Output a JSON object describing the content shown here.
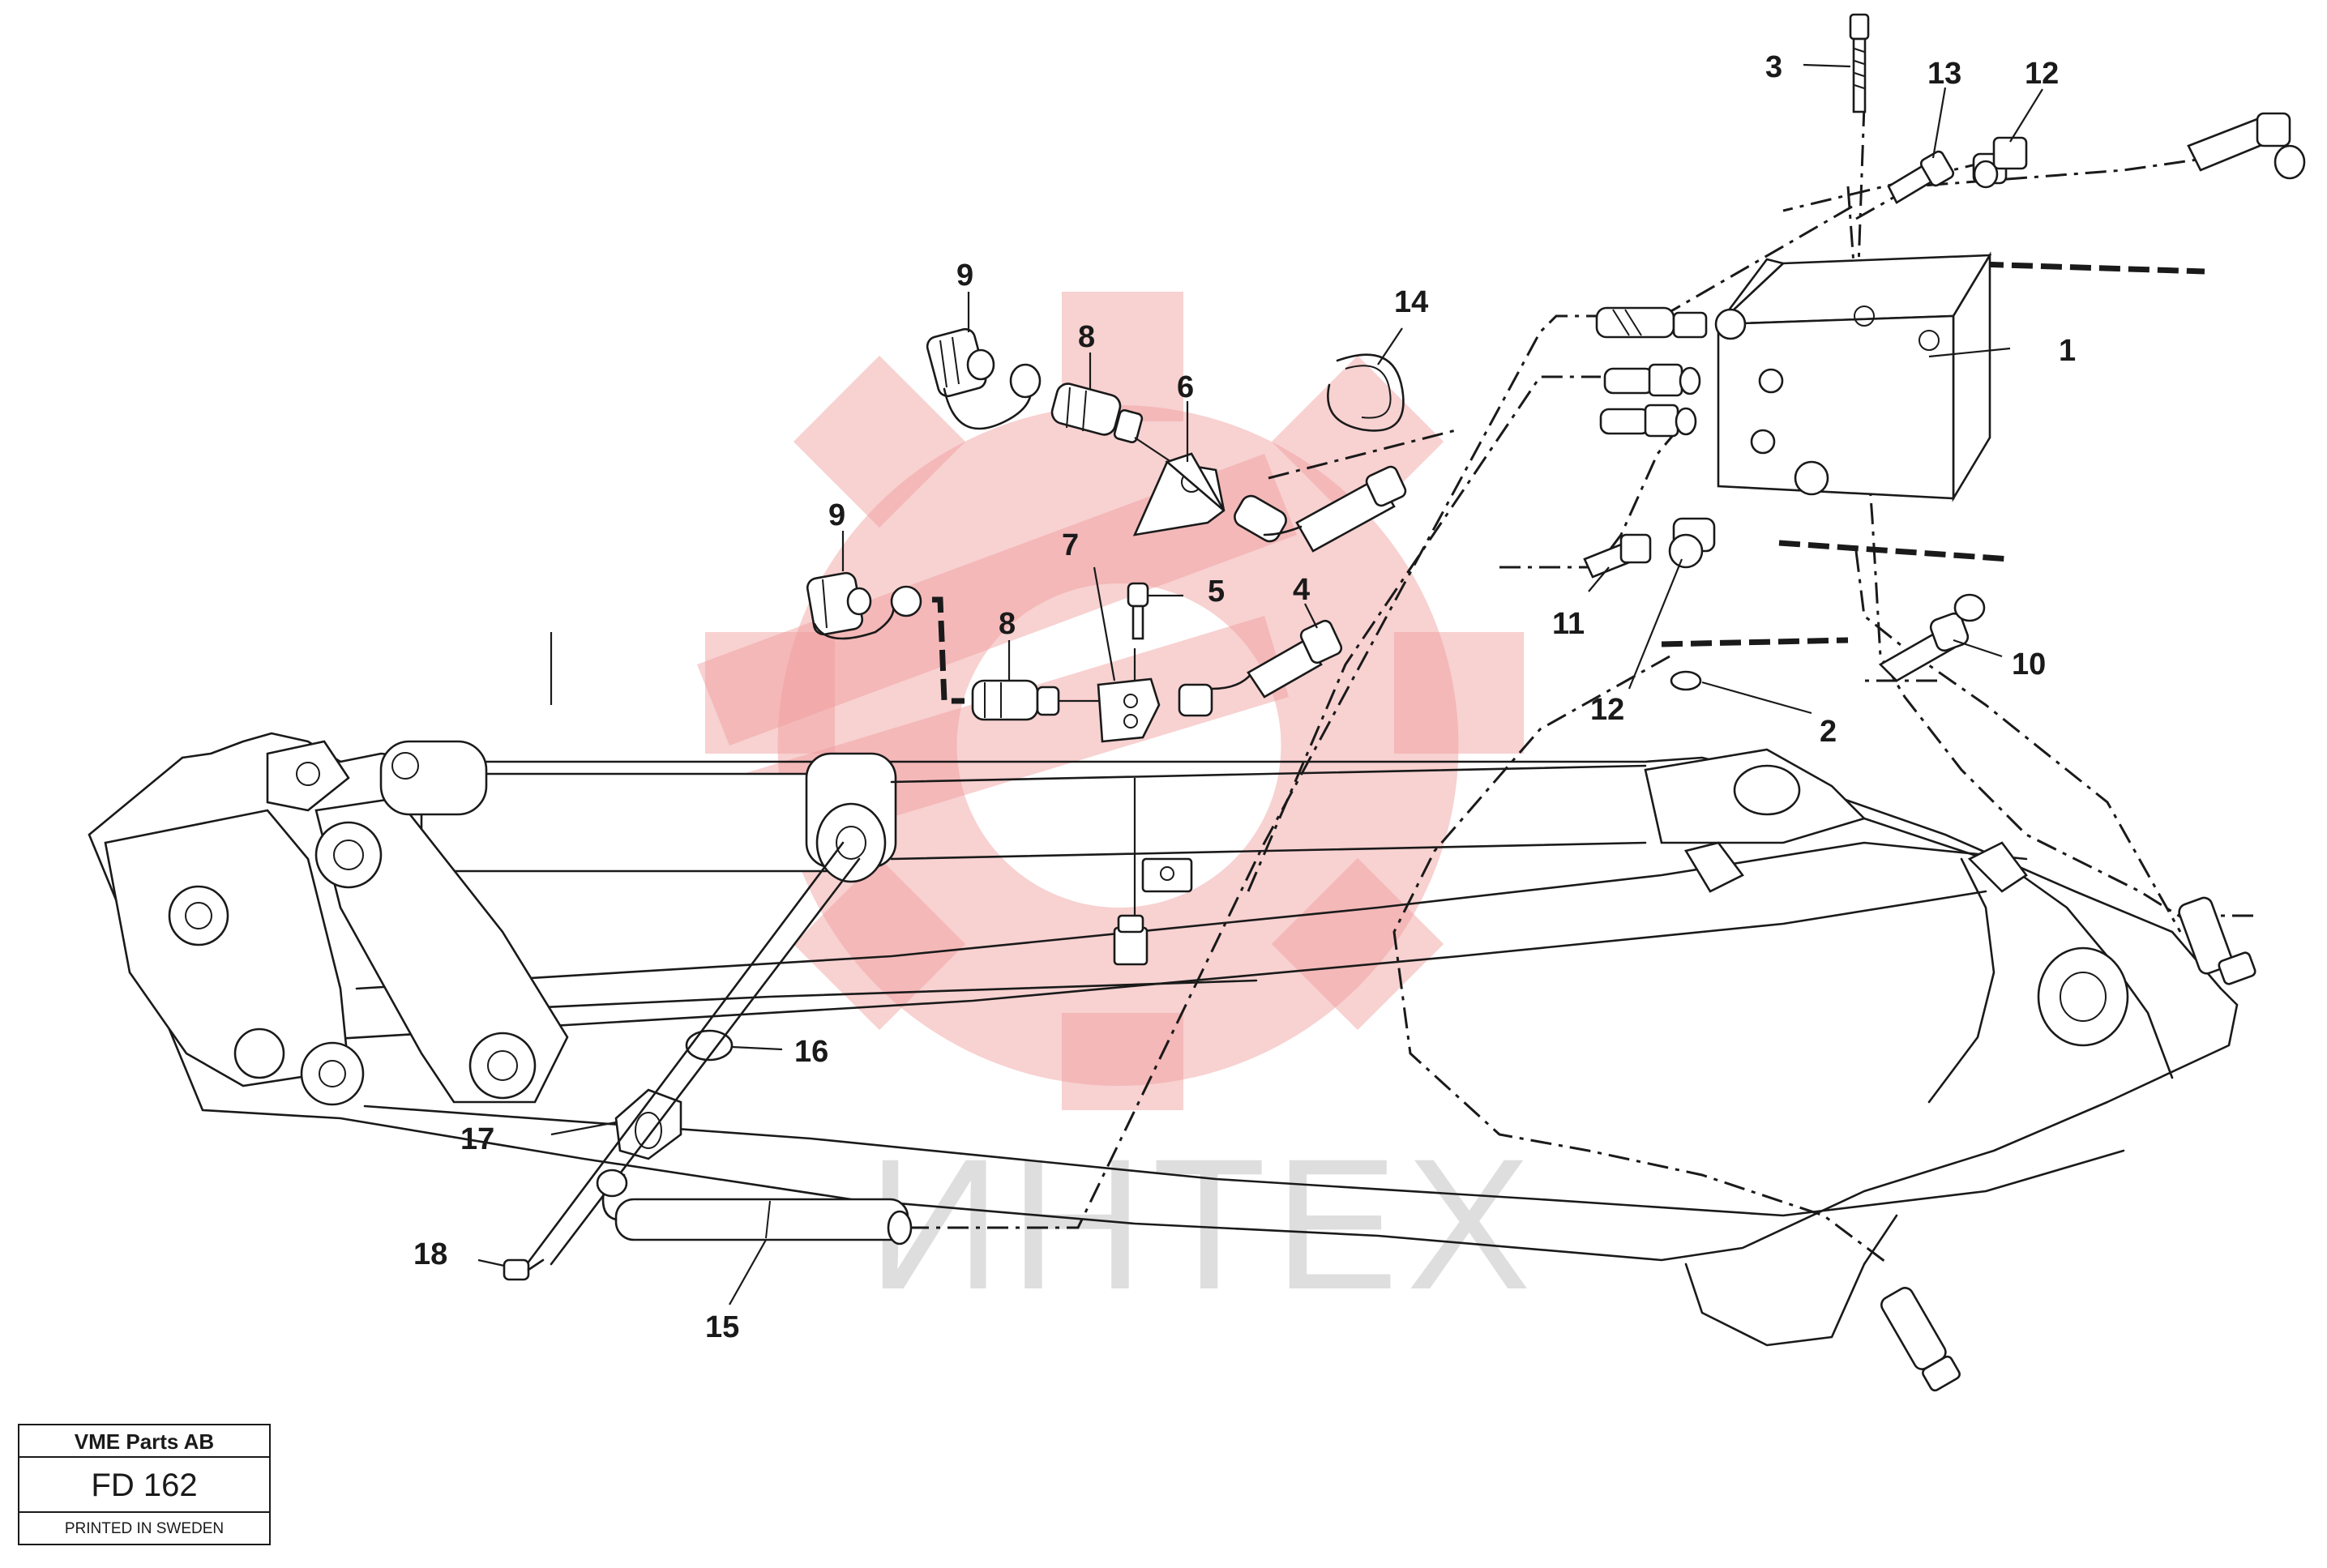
{
  "title_block": {
    "company": "VME Parts AB",
    "code": "FD 162",
    "note": "PRINTED IN SWEDEN"
  },
  "watermark": {
    "text": "ИНТЕХ",
    "color": "#ef9999"
  },
  "callouts": {
    "c1": "1",
    "c2": "2",
    "c3": "3",
    "c4": "4",
    "c5": "5",
    "c6": "6",
    "c7": "7",
    "c8a": "8",
    "c8b": "8",
    "c9a": "9",
    "c9b": "9",
    "c10": "10",
    "c11": "11",
    "c12a": "12",
    "c12b": "12",
    "c13": "13",
    "c14": "14",
    "c15": "15",
    "c16": "16",
    "c17": "17",
    "c18": "18"
  }
}
